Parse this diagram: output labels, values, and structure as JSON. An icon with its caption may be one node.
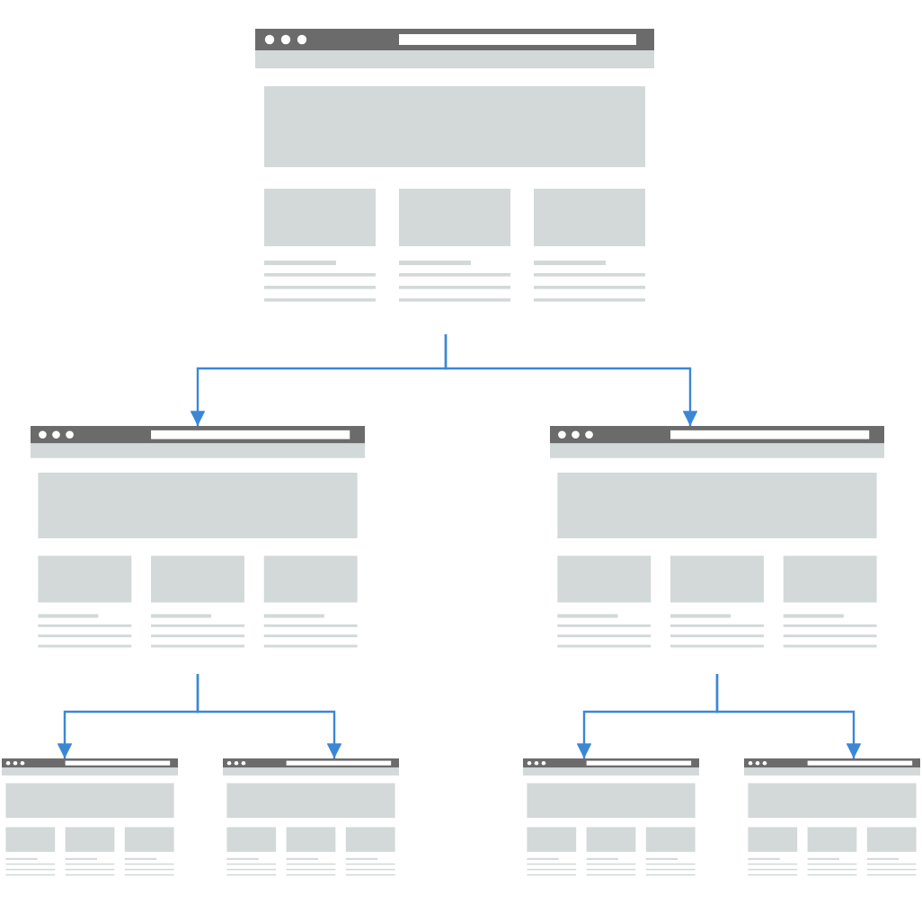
{
  "diagram": {
    "nodes": [
      {
        "text": [],
        "shape": "picture"
      },
      {
        "text": [],
        "shape": "picture"
      },
      {
        "text": [],
        "shape": "picture"
      },
      {
        "text": [],
        "shape": "picture"
      },
      {
        "text": [],
        "shape": "picture"
      },
      {
        "text": [],
        "shape": "picture"
      },
      {
        "text": [],
        "shape": "picture"
      }
    ],
    "edges": [
      {
        "from": 0,
        "to": 1,
        "arrow": "to"
      },
      {
        "from": 0,
        "to": 2,
        "arrow": "to"
      },
      {
        "from": 1,
        "to": 3,
        "arrow": "to"
      },
      {
        "from": 1,
        "to": 4,
        "arrow": "to"
      },
      {
        "from": 2,
        "to": 5,
        "arrow": "to"
      },
      {
        "from": 2,
        "to": 6,
        "arrow": "to"
      }
    ]
  }
}
